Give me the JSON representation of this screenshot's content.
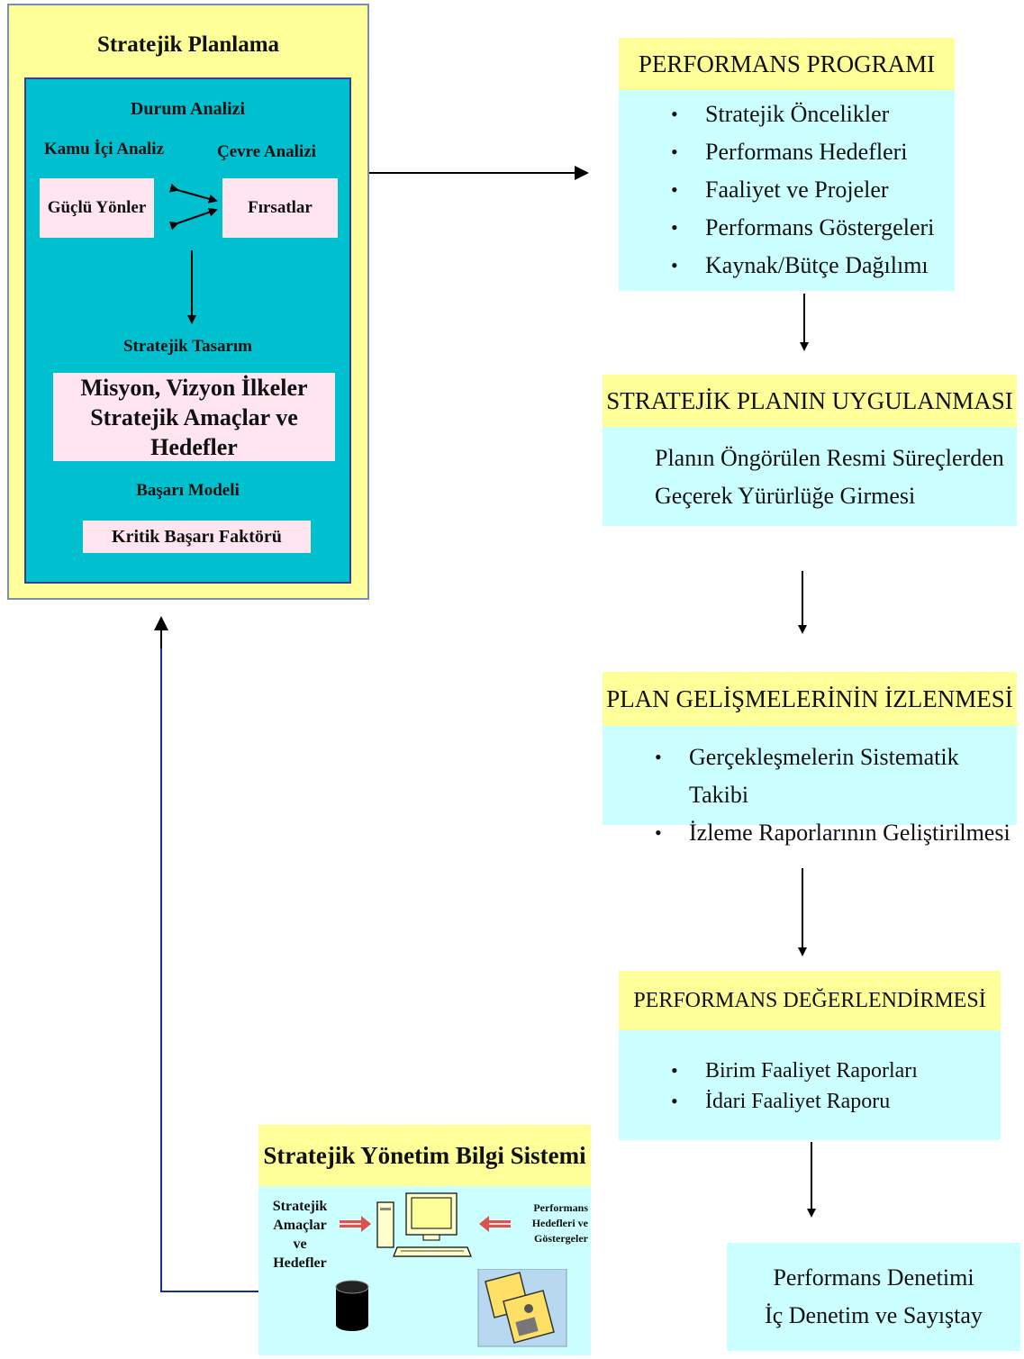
{
  "strategic_planning": {
    "title": "Stratejik Planlama",
    "situation_analysis": "Durum Analizi",
    "internal_analysis": "Kamu İçi Analiz",
    "environment_analysis": "Çevre Analizi",
    "strengths": "Güçlü Yönler",
    "opportunities": "Fırsatlar",
    "strategic_design": "Stratejik Tasarım",
    "mission_lines": [
      "Misyon, Vizyon İlkeler",
      "Stratejik Amaçlar ve",
      "Hedefler"
    ],
    "success_model": "Başarı Modeli",
    "critical_success_factor": "Kritik Başarı Faktörü"
  },
  "performance_program": {
    "title": "PERFORMANS PROGRAMI",
    "items": [
      "Stratejik Öncelikler",
      "Performans Hedefleri",
      "Faaliyet ve Projeler",
      "Performans Göstergeleri",
      "Kaynak/Bütçe Dağılımı"
    ]
  },
  "plan_implementation": {
    "title": "STRATEJİK PLANIN UYGULANMASI",
    "lines": [
      "Planın Öngörülen Resmi Süreçlerden",
      "Geçerek Yürürlüğe Girmesi"
    ]
  },
  "plan_monitoring": {
    "title": "PLAN GELİŞMELERİNİN İZLENMESİ",
    "items": [
      "Gerçekleşmelerin Sistematik Takibi",
      "İzleme Raporlarının Geliştirilmesi"
    ]
  },
  "performance_evaluation": {
    "title": "PERFORMANS DEĞERLENDİRMESİ",
    "items": [
      "Birim Faaliyet Raporları",
      "İdari Faaliyet Raporu"
    ]
  },
  "performance_audit": {
    "lines": [
      "Performans Denetimi",
      "İç Denetim ve Sayıştay"
    ]
  },
  "information_system": {
    "title": "Stratejik Yönetim Bilgi Sistemi",
    "left_label_lines": [
      "Stratejik",
      "Amaçlar",
      "ve",
      "Hedefler"
    ],
    "right_label_lines": [
      "Performans",
      "Hedefleri ve",
      "Göstergeler"
    ]
  },
  "colors": {
    "yellow": "#ffff99",
    "cyan_panel": "#00c0d0",
    "light_cyan": "#ccffff",
    "pink": "#ffe5f0",
    "link_blue": "#1a2f8f"
  }
}
